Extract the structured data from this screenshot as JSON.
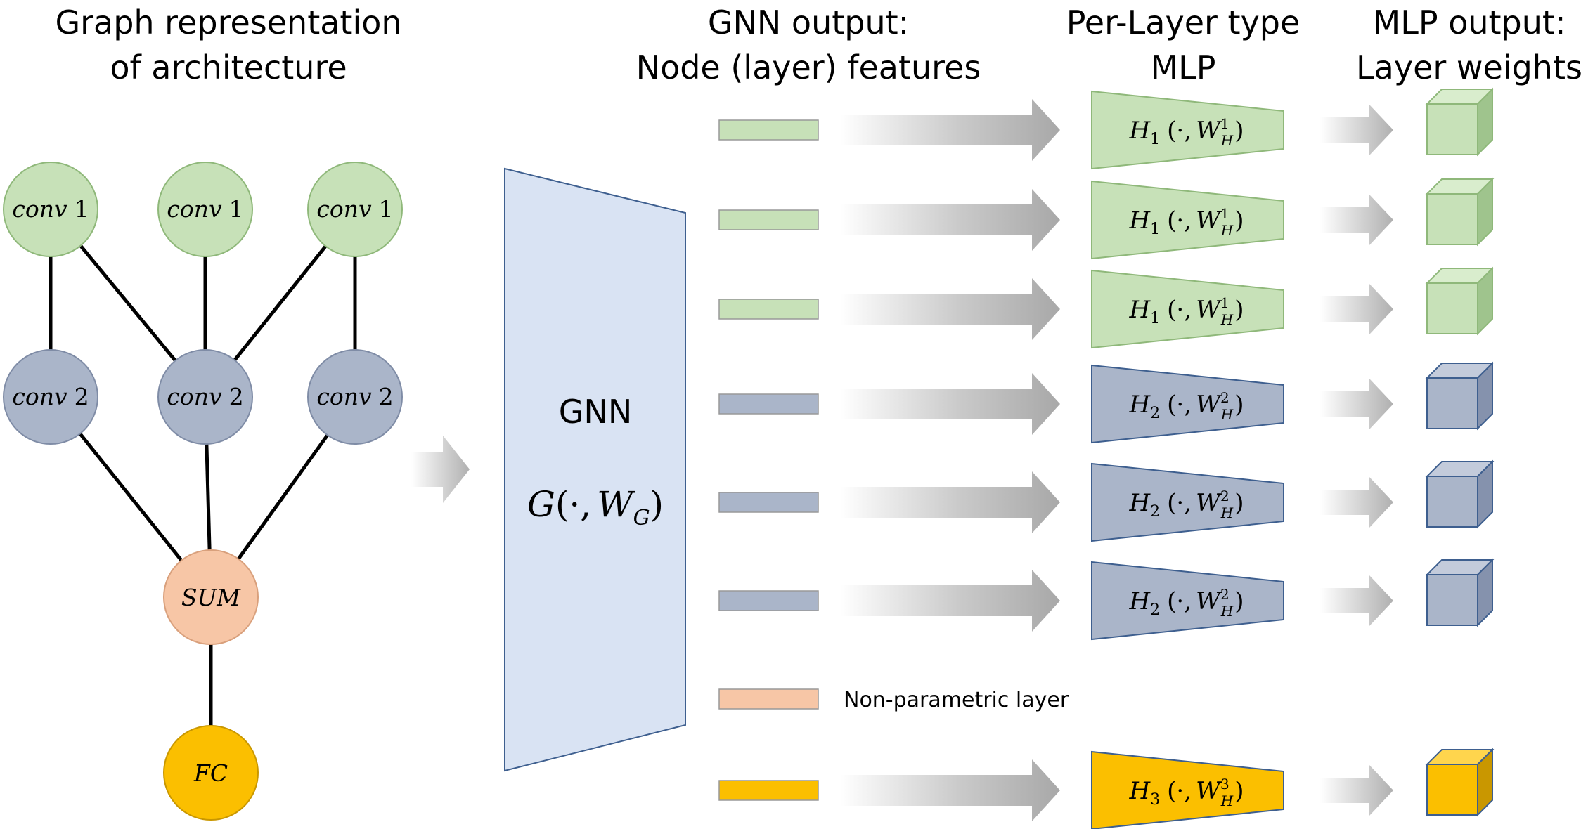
{
  "headers": {
    "graph_line1": "Graph representation",
    "graph_line2": "of architecture",
    "gnn_line1": "GNN output:",
    "gnn_line2": "Node (layer) features",
    "mlp_line1": "Per-Layer type",
    "mlp_line2": "MLP",
    "weights_line1": "MLP output:",
    "weights_line2": "Layer weights"
  },
  "graph": {
    "conv1_label": "conv",
    "conv1_num": "1",
    "conv2_label": "conv",
    "conv2_num": "2",
    "sum_label": "SUM",
    "fc_label": "FC"
  },
  "gnn": {
    "title": "GNN",
    "formula_g": "G",
    "formula_open": "(·,",
    "formula_w": "W",
    "formula_sub": "G",
    "formula_close": ")"
  },
  "mlp": {
    "h": "H",
    "args": "(·,",
    "w": "W",
    "sub": "H",
    "close": ")",
    "type1_index": "1",
    "type2_index": "2",
    "type3_index": "3"
  },
  "legend": {
    "non_parametric": "Non-parametric layer"
  },
  "colors": {
    "conv1": "#c7e1b8",
    "conv2": "#aab5c9",
    "sum": "#f7c6a6",
    "fc": "#fbbf00",
    "gnn": "#d9e3f3",
    "outline": "#3e5f8f"
  }
}
